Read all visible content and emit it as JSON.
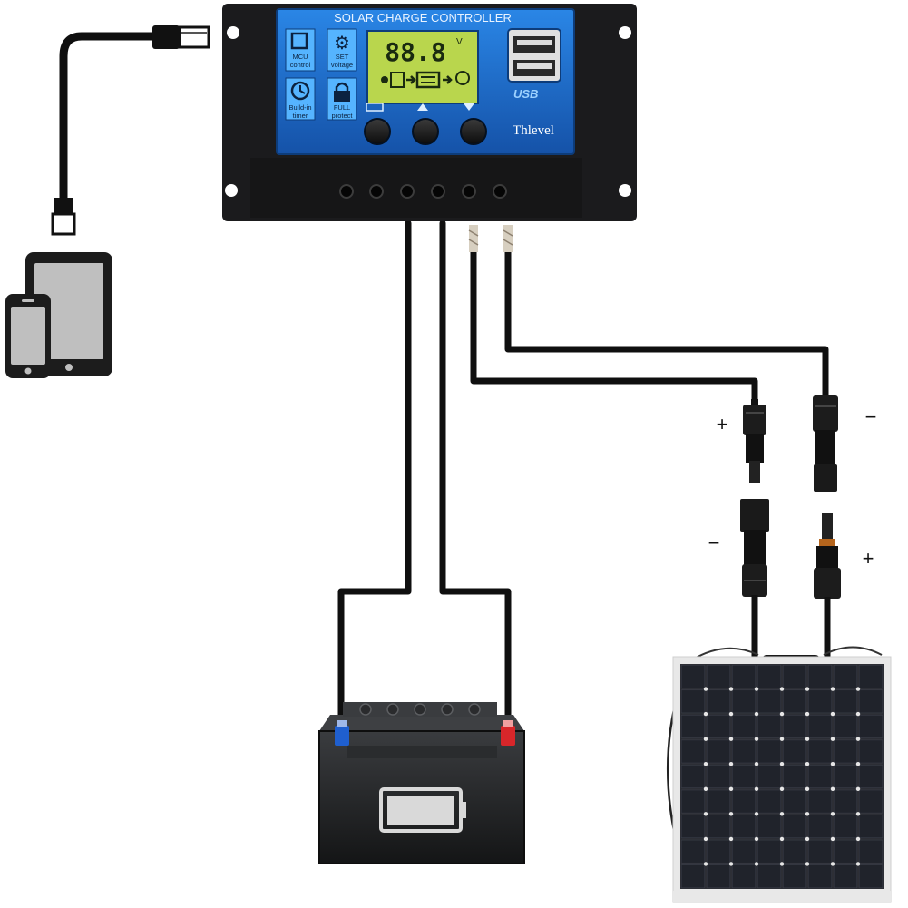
{
  "controller": {
    "title": "SOLAR CHARGE CONTROLLER",
    "brand": "Thlevel",
    "display_digits": "88.8",
    "display_unit": "V",
    "usb_label": "USB",
    "features": [
      {
        "icon": "chip-icon",
        "line1": "MCU",
        "line2": "control"
      },
      {
        "icon": "gear-icon",
        "line1": "SET",
        "line2": "voltage"
      },
      {
        "icon": "clock-icon",
        "line1": "Build-in",
        "line2": "timer"
      },
      {
        "icon": "lock-icon",
        "line1": "FULL",
        "line2": "protect"
      }
    ],
    "buttons": [
      "menu-button",
      "up-button",
      "down-button"
    ],
    "colors": {
      "body": "#1d1d1f",
      "panel": "#1f6fd1",
      "lcd": "#b7d34c",
      "accent": "#6cc0ff"
    }
  },
  "connectors": {
    "upper_positive": "+",
    "upper_negative": "−",
    "lower_negative": "−",
    "lower_positive": "+"
  },
  "battery": {
    "colors": {
      "negative_terminal": "#1f5fcf",
      "positive_terminal": "#d8262a"
    }
  },
  "devices": [
    "tablet-icon",
    "phone-icon"
  ]
}
